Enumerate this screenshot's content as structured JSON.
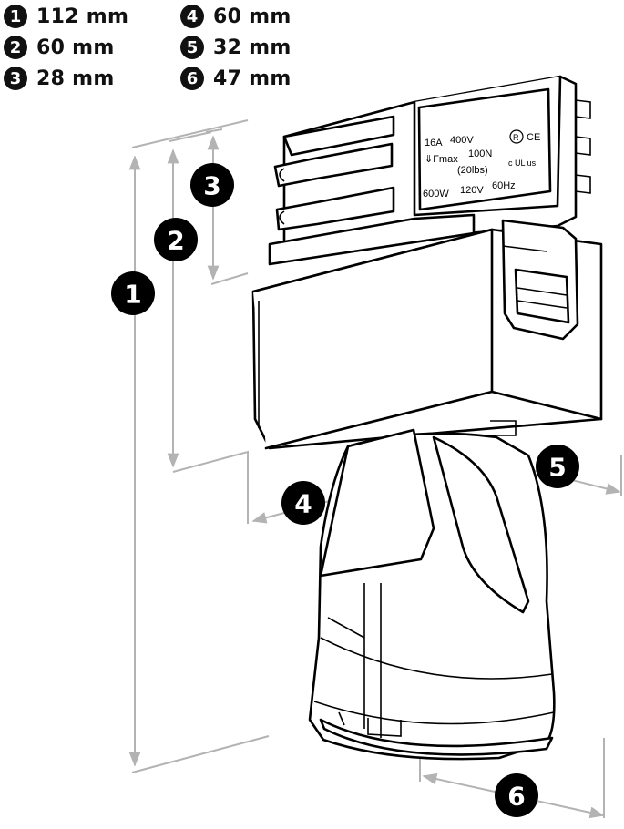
{
  "legend": [
    {
      "num": "1",
      "value": "112 mm"
    },
    {
      "num": "2",
      "value": "60 mm"
    },
    {
      "num": "3",
      "value": "28 mm"
    },
    {
      "num": "4",
      "value": "60 mm"
    },
    {
      "num": "5",
      "value": "32 mm"
    },
    {
      "num": "6",
      "value": "47 mm"
    }
  ],
  "plate": {
    "line1a": "16A",
    "line1b": "400V",
    "line2a": "⇓Fmax",
    "line2b": "100N",
    "line3": "(20lbs)",
    "line4a": "600W",
    "line4b": "120V",
    "line4c": "60Hz",
    "cert1": "R",
    "cert2": "CE",
    "cert3": "c UL us"
  },
  "callouts": [
    "1",
    "2",
    "3",
    "4",
    "5",
    "6"
  ],
  "colors": {
    "dimension": "#b3b3b3",
    "outline": "#000000",
    "badge": "#111111"
  }
}
